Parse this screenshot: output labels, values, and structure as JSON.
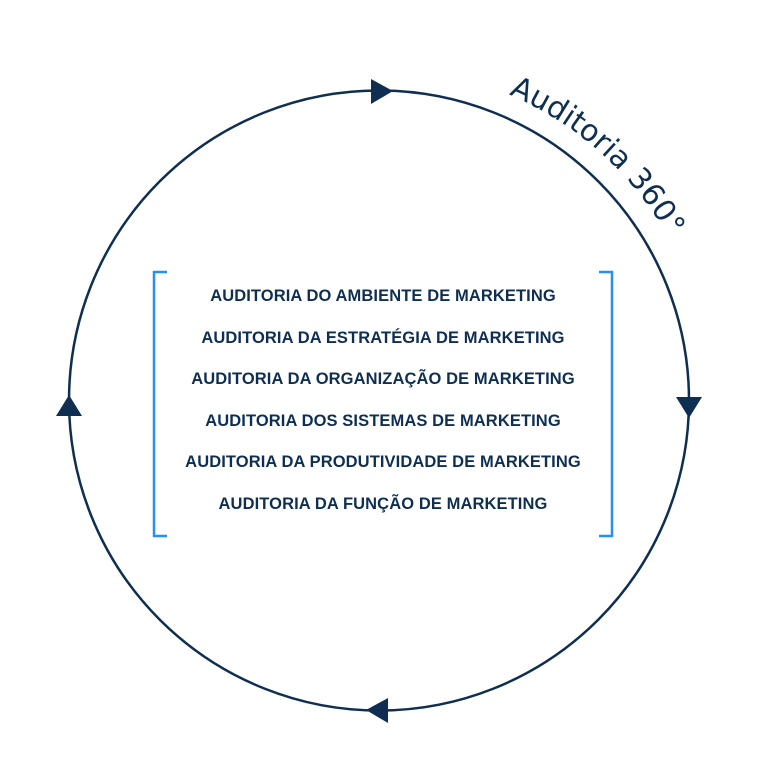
{
  "title": "Auditoria 360°",
  "items": [
    "AUDITORIA DO AMBIENTE DE MARKETING",
    "AUDITORIA DA ESTRATÉGIA DE MARKETING",
    "AUDITORIA DA ORGANIZAÇÃO DE MARKETING",
    "AUDITORIA DOS SISTEMAS DE MARKETING",
    "AUDITORIA DA PRODUTIVIDADE DE MARKETING",
    "AUDITORIA DA FUNÇÃO DE MARKETING"
  ],
  "colors": {
    "navy": "#0f2f52",
    "bracket": "#2a8ef0"
  }
}
